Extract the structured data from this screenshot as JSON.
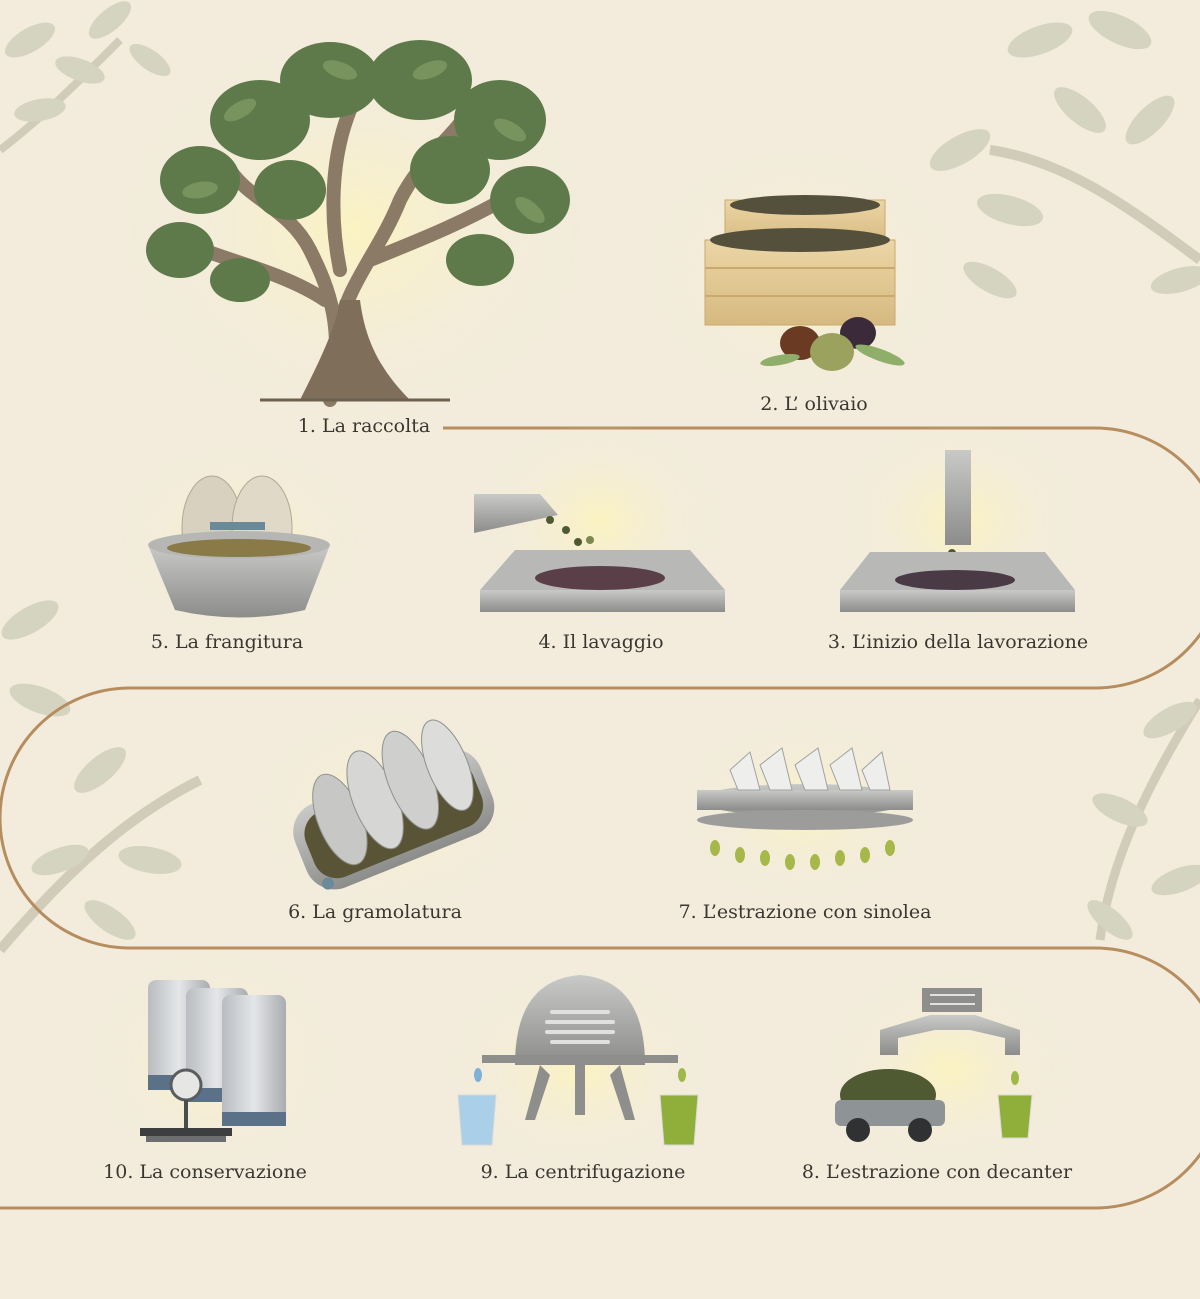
{
  "steps": [
    {
      "label": "1. La raccolta",
      "icon": "olive-tree-icon"
    },
    {
      "label": "2. L’ olivaio",
      "icon": "olive-crates-icon"
    },
    {
      "label": "3. L’inizio della lavorazione",
      "icon": "hopper-tray-icon"
    },
    {
      "label": "4. Il lavaggio",
      "icon": "washing-tray-icon"
    },
    {
      "label": "5. La frangitura",
      "icon": "millstone-icon"
    },
    {
      "label": "6. La gramolatura",
      "icon": "malaxer-icon"
    },
    {
      "label": "7. L’estrazione con sinolea",
      "icon": "sinolea-icon"
    },
    {
      "label": "8. L’estrazione con decanter",
      "icon": "decanter-icon"
    },
    {
      "label": "9. La centrifugazione",
      "icon": "centrifuge-icon"
    },
    {
      "label": "10. La conservazione",
      "icon": "storage-tanks-icon"
    }
  ],
  "colors": {
    "background": "#f3ecdc",
    "path": "#b58d5e",
    "leaf": "#5f7a4a",
    "metal": "#9c9d9b",
    "oil": "#8fae3a"
  }
}
